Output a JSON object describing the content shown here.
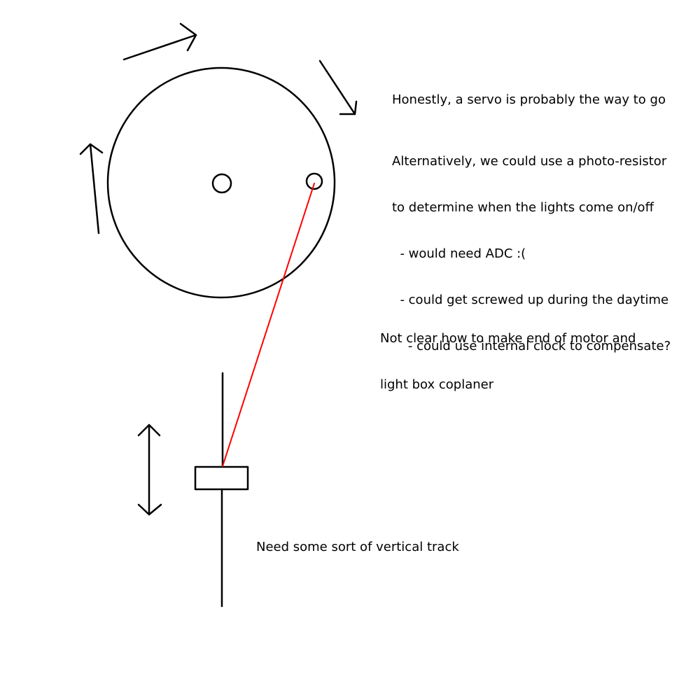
{
  "colors": {
    "ink": "#000000",
    "string": "#ff0000",
    "background": "#ffffff"
  },
  "notes": {
    "servo": "Honestly, a servo is probably the way to go",
    "alt_lines": [
      "Alternatively, we could use a photo-resistor",
      "to determine when the lights come on/off",
      "  - would need ADC :(",
      "  - could get screwed up during the daytime",
      "    - could use internal clock to compensate?"
    ],
    "coplanar_lines": [
      "Not clear how to make end of motor and",
      "light box coplaner"
    ],
    "track": "Need some sort of vertical track"
  }
}
